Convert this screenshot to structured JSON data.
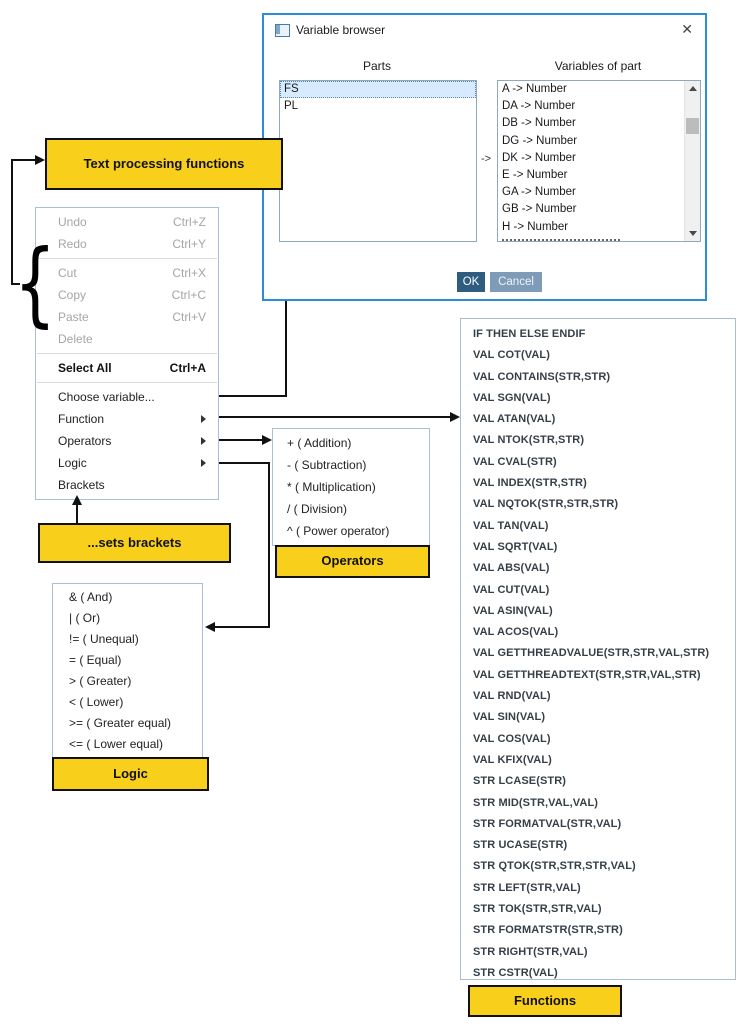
{
  "colors": {
    "accent_blue": "#2b8cd8",
    "label_yellow": "#f8d01c",
    "ok_button_blue": "#2e5d80",
    "cancel_button_blue": "#7e9cb7"
  },
  "dialog": {
    "title": "Variable browser",
    "close_icon": "✕",
    "parts_label": "Parts",
    "variables_label": "Variables of part",
    "map_arrow": "->",
    "parts": [
      {
        "label": "FS",
        "selected": true
      },
      {
        "label": "PL"
      }
    ],
    "variables": [
      "A -> Number",
      "DA -> Number",
      "DB -> Number",
      "DG -> Number",
      "DK -> Number",
      "E -> Number",
      "GA -> Number",
      "GB -> Number",
      "H -> Number"
    ],
    "ok_label": "OK",
    "cancel_label": "Cancel"
  },
  "edit_menu": {
    "items": [
      {
        "label": "Undo",
        "shortcut": "Ctrl+Z",
        "disabled": true
      },
      {
        "label": "Redo",
        "shortcut": "Ctrl+Y",
        "disabled": true
      },
      {
        "separator": true
      },
      {
        "label": "Cut",
        "shortcut": "Ctrl+X",
        "disabled": true
      },
      {
        "label": "Copy",
        "shortcut": "Ctrl+C",
        "disabled": true
      },
      {
        "label": "Paste",
        "shortcut": "Ctrl+V",
        "disabled": true
      },
      {
        "label": "Delete",
        "disabled": true
      },
      {
        "separator": true
      },
      {
        "label": "Select All",
        "shortcut": "Ctrl+A",
        "bold": true
      },
      {
        "separator": true
      },
      {
        "label": "Choose variable..."
      },
      {
        "label": "Function",
        "submenu": true
      },
      {
        "label": "Operators",
        "submenu": true
      },
      {
        "label": "Logic",
        "submenu": true
      },
      {
        "label": "Brackets"
      }
    ]
  },
  "operators_menu": {
    "items": [
      "+ ( Addition)",
      "- ( Subtraction)",
      "* ( Multiplication)",
      "/ ( Division)",
      "^ ( Power operator)"
    ]
  },
  "logic_menu": {
    "items": [
      "& ( And)",
      "| ( Or)",
      "!= ( Unequal)",
      "= ( Equal)",
      "> ( Greater)",
      "< ( Lower)",
      ">= ( Greater equal)",
      "<= ( Lower equal)"
    ]
  },
  "functions_menu": {
    "items": [
      "IF THEN ELSE ENDIF",
      "VAL COT(VAL)",
      "VAL CONTAINS(STR,STR)",
      "VAL SGN(VAL)",
      "VAL ATAN(VAL)",
      "VAL NTOK(STR,STR)",
      "VAL CVAL(STR)",
      "VAL INDEX(STR,STR)",
      "VAL NQTOK(STR,STR,STR)",
      "VAL TAN(VAL)",
      "VAL SQRT(VAL)",
      "VAL ABS(VAL)",
      "VAL CUT(VAL)",
      "VAL ASIN(VAL)",
      "VAL ACOS(VAL)",
      "VAL GETTHREADVALUE(STR,STR,VAL,STR)",
      "VAL GETTHREADTEXT(STR,STR,VAL,STR)",
      "VAL RND(VAL)",
      "VAL SIN(VAL)",
      "VAL COS(VAL)",
      "VAL KFIX(VAL)",
      "STR LCASE(STR)",
      "STR MID(STR,VAL,VAL)",
      "STR FORMATVAL(STR,VAL)",
      "STR UCASE(STR)",
      "STR QTOK(STR,STR,STR,VAL)",
      "STR LEFT(STR,VAL)",
      "STR TOK(STR,STR,VAL)",
      "STR FORMATSTR(STR,STR)",
      "STR RIGHT(STR,VAL)",
      "STR CSTR(VAL)"
    ]
  },
  "labels": {
    "text_processing": "Text processing functions",
    "sets_brackets": "...sets brackets",
    "operators": "Operators",
    "logic": "Logic",
    "functions": "Functions"
  }
}
